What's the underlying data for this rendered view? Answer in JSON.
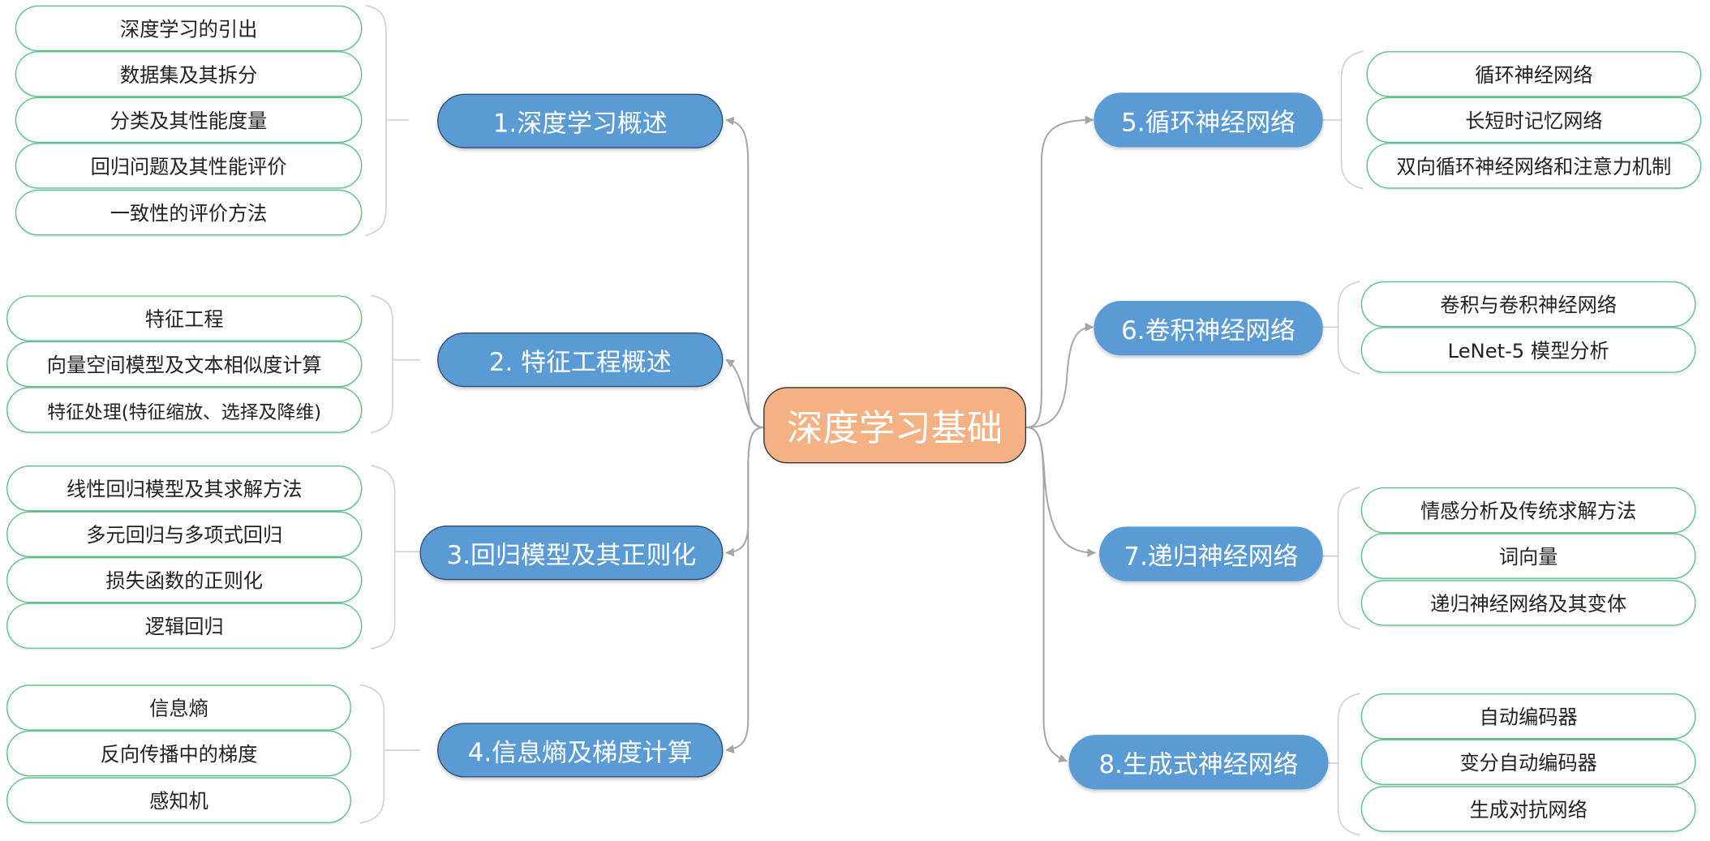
{
  "center": {
    "label": "深度学习基础"
  },
  "colors": {
    "center_fill": "#f4b183",
    "topic_fill": "#5b9bd5",
    "leaf_border": "#5cbf8a",
    "connector": "#a6a6a6"
  },
  "topics": [
    {
      "label": "1.深度学习概述",
      "items": [
        "深度学习的引出",
        "数据集及其拆分",
        "分类及其性能度量",
        "回归问题及其性能评价",
        "一致性的评价方法"
      ]
    },
    {
      "label": "2. 特征工程概述",
      "items": [
        "特征工程",
        "向量空间模型及文本相似度计算",
        "特征处理(特征缩放、选择及降维)"
      ]
    },
    {
      "label": "3.回归模型及其正则化",
      "items": [
        "线性回归模型及其求解方法",
        "多元回归与多项式回归",
        "损失函数的正则化",
        "逻辑回归"
      ]
    },
    {
      "label": "4.信息熵及梯度计算",
      "items": [
        "信息熵",
        "反向传播中的梯度",
        "感知机"
      ]
    },
    {
      "label": "5.循环神经网络",
      "items": [
        "循环神经网络",
        "长短时记忆网络",
        "双向循环神经网络和注意力机制"
      ]
    },
    {
      "label": "6.卷积神经网络",
      "items": [
        "卷积与卷积神经网络",
        "LeNet-5 模型分析"
      ]
    },
    {
      "label": "7.递归神经网络",
      "items": [
        "情感分析及传统求解方法",
        "词向量",
        "递归神经网络及其变体"
      ]
    },
    {
      "label": "8.生成式神经网络",
      "items": [
        "自动编码器",
        "变分自动编码器",
        "生成对抗网络"
      ]
    }
  ]
}
